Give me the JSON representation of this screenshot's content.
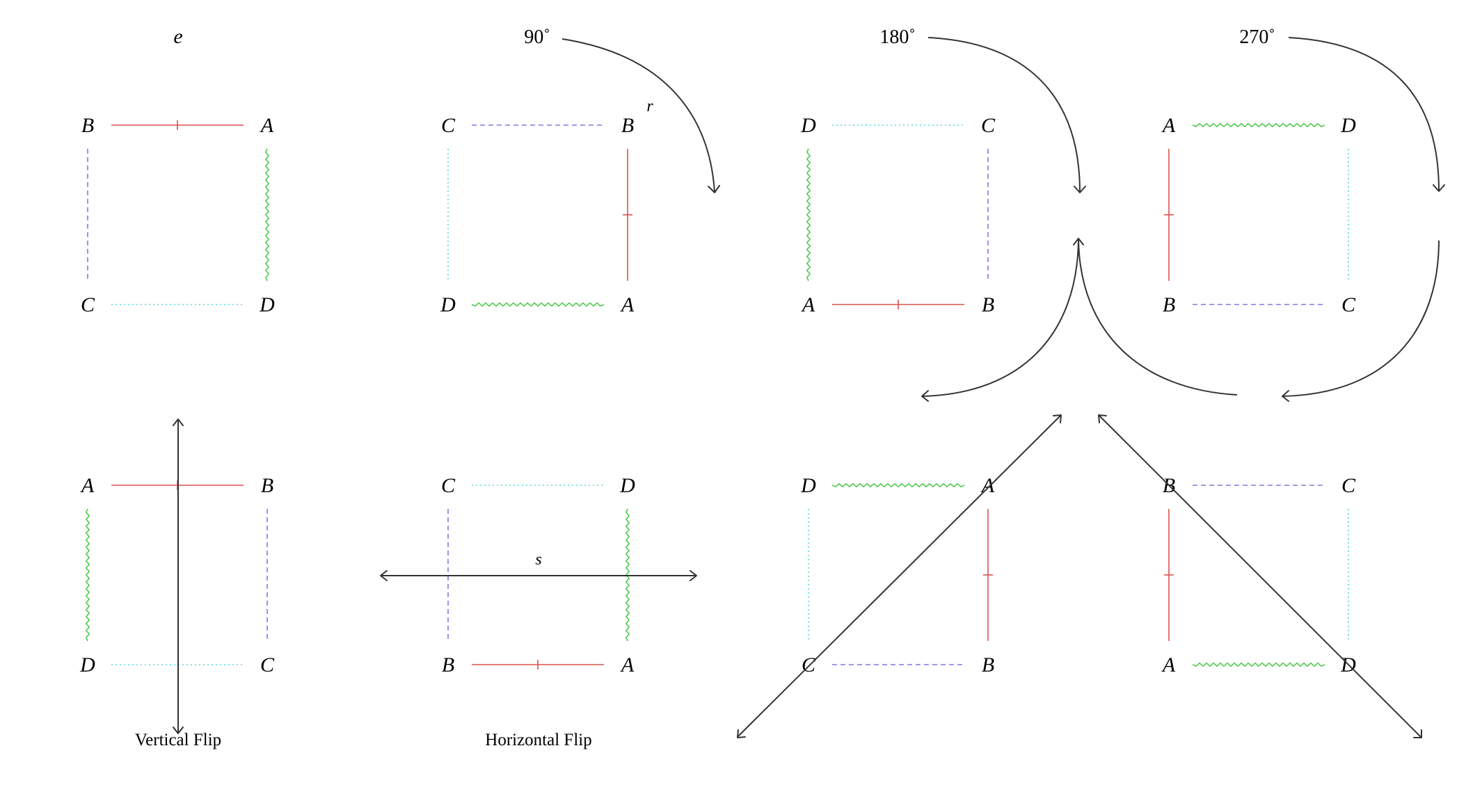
{
  "titles": {
    "identity": "e",
    "rot90": "90˚",
    "rot180": "180˚",
    "rot270": "270˚",
    "rotation_label": "r",
    "flip_label": "s",
    "vertical_flip": "Vertical Flip",
    "horizontal_flip": "Horizontal Flip"
  },
  "edge_colors": {
    "red": "#d9534f",
    "purple": "#8e72e0",
    "green": "#4ec94e",
    "cyan": "#5ad5d5",
    "arrow": "#333333"
  },
  "squares": [
    {
      "id": "identity",
      "tl": "B",
      "tr": "A",
      "bl": "C",
      "br": "D",
      "top": "red",
      "right": "green",
      "bottom": "cyan",
      "left": "purple"
    },
    {
      "id": "rot90",
      "tl": "C",
      "tr": "B",
      "bl": "D",
      "br": "A",
      "top": "purple",
      "right": "red",
      "bottom": "green",
      "left": "cyan"
    },
    {
      "id": "rot180",
      "tl": "D",
      "tr": "C",
      "bl": "A",
      "br": "B",
      "top": "cyan",
      "right": "purple",
      "bottom": "red",
      "left": "green"
    },
    {
      "id": "rot270",
      "tl": "A",
      "tr": "D",
      "bl": "B",
      "br": "C",
      "top": "green",
      "right": "cyan",
      "bottom": "purple",
      "left": "red"
    },
    {
      "id": "vertical-flip",
      "tl": "A",
      "tr": "B",
      "bl": "D",
      "br": "C",
      "top": "red",
      "right": "purple",
      "bottom": "cyan",
      "left": "green"
    },
    {
      "id": "horizontal-flip",
      "tl": "C",
      "tr": "D",
      "bl": "B",
      "br": "A",
      "top": "cyan",
      "right": "green",
      "bottom": "red",
      "left": "purple"
    },
    {
      "id": "diagonal-flip-1",
      "tl": "D",
      "tr": "A",
      "bl": "C",
      "br": "B",
      "top": "green",
      "right": "red",
      "bottom": "purple",
      "left": "cyan"
    },
    {
      "id": "diagonal-flip-2",
      "tl": "B",
      "tr": "C",
      "bl": "A",
      "br": "D",
      "top": "purple",
      "right": "cyan",
      "bottom": "green",
      "left": "red"
    }
  ]
}
